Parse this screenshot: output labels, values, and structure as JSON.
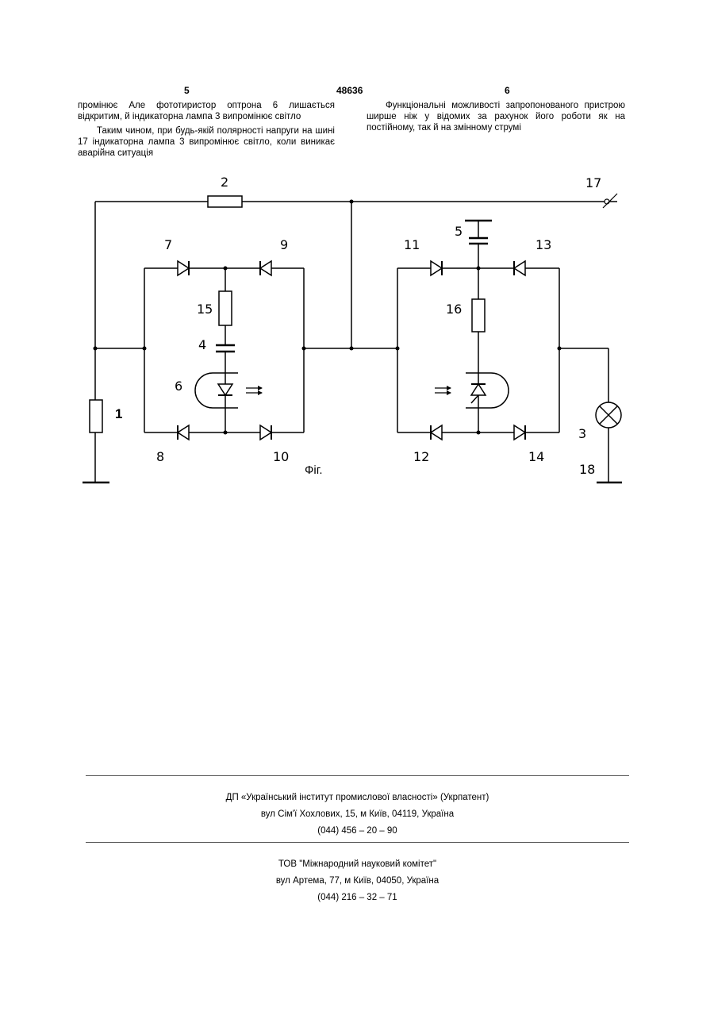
{
  "header": {
    "page_left": "5",
    "patent_number": "48636",
    "page_right": "6"
  },
  "left_column": {
    "p1": "промінює  Але фототиристор оптрона 6 лишається відкритим, й індикаторна лампа 3 випромінює світло",
    "p2": "Таким чином, при будь-якій полярності напруги на шині 17 індикаторна лампа 3 випромінює світло, коли виникає аварійна ситуація"
  },
  "right_column": {
    "p1": "Функціональні можливості запропонованого пристрою ширше ніж у відомих за рахунок його роботи як на постійному, так й на змінному струмі"
  },
  "figure": {
    "labels": {
      "l1": "1",
      "l2": "2",
      "l3": "3",
      "l4": "4",
      "l5": "5",
      "l6": "6",
      "l7": "7",
      "l8": "8",
      "l9": "9",
      "l10": "10",
      "l11": "11",
      "l12": "12",
      "l13": "13",
      "l14": "14",
      "l15": "15",
      "l16": "16",
      "l17": "17",
      "l18": "18"
    },
    "caption": "Фіг."
  },
  "footer": {
    "org1_name": "ДП «Український інститут промислової власності» (Укрпатент)",
    "org1_address": "вул  Сім'ї Хохлових, 15, м  Київ, 04119, Україна",
    "org1_phone": "(044) 456 – 20 –  90",
    "org2_name": "ТОВ \"Міжнародний науковий комітет\"",
    "org2_address": "вул  Артема, 77, м  Київ, 04050, Україна",
    "org2_phone": "(044) 216 – 32 – 71"
  }
}
